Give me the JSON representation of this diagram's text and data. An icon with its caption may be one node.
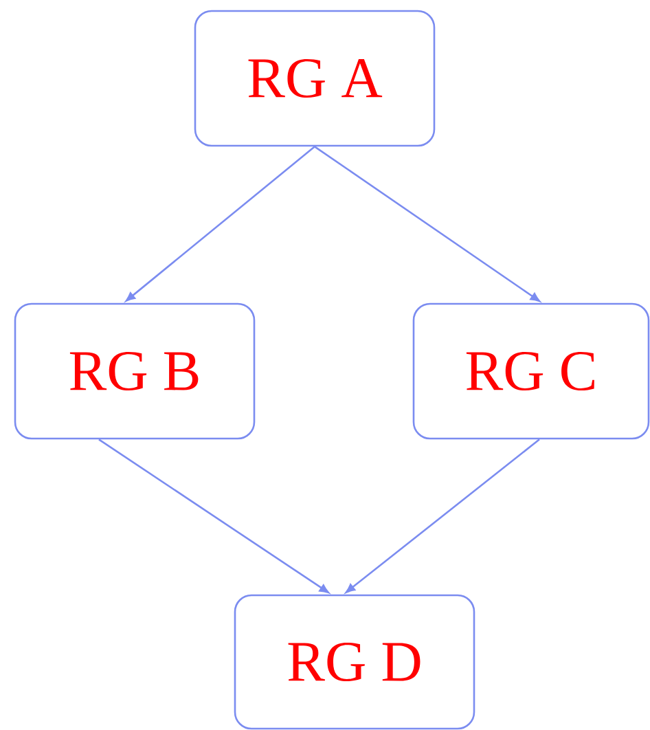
{
  "diagram": {
    "nodes": [
      {
        "text": [
          "RG A"
        ]
      },
      {
        "text": [
          "RG B"
        ]
      },
      {
        "text": [
          "RG C"
        ]
      },
      {
        "text": [
          "RG D"
        ]
      }
    ],
    "edges": [
      {
        "from": 0,
        "to": 1,
        "arrow": "to"
      },
      {
        "from": 0,
        "to": 2,
        "arrow": "to"
      },
      {
        "from": 1,
        "to": 3,
        "arrow": "to"
      },
      {
        "from": 2,
        "to": 3,
        "arrow": "to"
      }
    ]
  }
}
